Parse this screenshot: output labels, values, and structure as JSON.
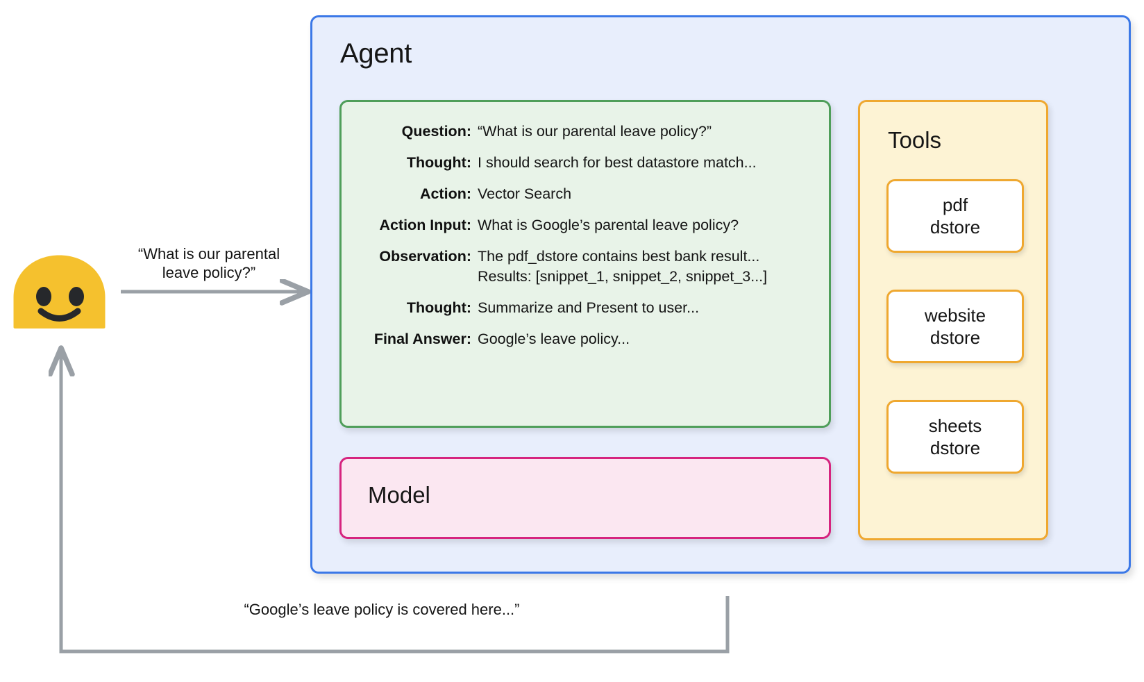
{
  "colors": {
    "agent_border": "#3b78e7",
    "agent_fill": "#e8eefc",
    "trace_border": "#4f9e5a",
    "trace_fill": "#e8f3e8",
    "model_border": "#d6247f",
    "model_fill": "#fbe7f1",
    "tools_border": "#efa830",
    "tools_fill": "#fdf3d4",
    "tool_card_fill": "#ffffff",
    "avatar": "#f5c12e",
    "arrow": "#9aa0a6",
    "dotted_connector": "#9aa0a6"
  },
  "agent": {
    "title": "Agent"
  },
  "trace": {
    "rows": [
      {
        "label": "Question:",
        "value": "“What is our parental leave policy?”"
      },
      {
        "label": "Thought:",
        "value": "I should search for best datastore match..."
      },
      {
        "label": "Action:",
        "value": "Vector Search"
      },
      {
        "label": "Action Input:",
        "value": "What is Google’s parental leave policy?"
      },
      {
        "label": "Observation:",
        "value": "The pdf_dstore contains best bank result...\nResults: [snippet_1, snippet_2, snippet_3...]"
      },
      {
        "label": "Thought:",
        "value": "Summarize and Present to user..."
      },
      {
        "label": "Final Answer:",
        "value": "Google’s leave policy..."
      }
    ]
  },
  "model": {
    "title": "Model"
  },
  "tools": {
    "title": "Tools",
    "items": [
      {
        "label": "pdf\ndstore"
      },
      {
        "label": "website\ndstore"
      },
      {
        "label": "sheets\ndstore"
      }
    ]
  },
  "flow": {
    "user_query_caption": "“What is our parental\nleave policy?”",
    "agent_response_caption": "“Google’s leave policy is covered here...”"
  }
}
